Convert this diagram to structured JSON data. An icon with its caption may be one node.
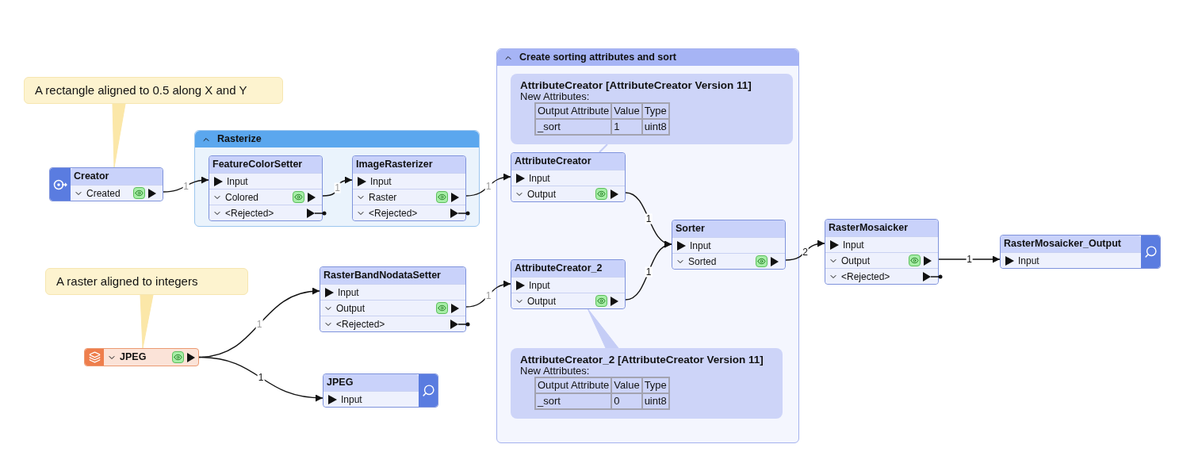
{
  "diagram": {
    "nodes": [
      {
        "text": [
          "A rectangle aligned to 0.5 along X and Y"
        ]
      },
      {
        "text": [
          "Creator",
          "Created"
        ]
      },
      {
        "text": [
          "Rasterize"
        ]
      },
      {
        "text": [
          "FeatureColorSetter",
          "Input",
          "Colored",
          "<Rejected>"
        ],
        "in": 2
      },
      {
        "text": [
          "ImageRasterizer",
          "Input",
          "Raster",
          "<Rejected>"
        ],
        "in": 2
      },
      {
        "text": [
          "Create sorting attributes and sort"
        ]
      },
      {
        "text": [
          "AttributeCreator [AttributeCreator Version 11]",
          "New Attributes:",
          "Output Attribute",
          "Value",
          "Type",
          "_sort",
          "1",
          "uint8"
        ],
        "in": 5
      },
      {
        "text": [
          "AttributeCreator",
          "Input",
          "Output"
        ],
        "in": 5
      },
      {
        "text": [
          "Sorter",
          "Input",
          "Sorted"
        ],
        "in": 5
      },
      {
        "text": [
          "AttributeCreator_2",
          "Input",
          "Output"
        ],
        "in": 5
      },
      {
        "text": [
          "AttributeCreator_2 [AttributeCreator Version 11]",
          "New Attributes:",
          "Output Attribute",
          "Value",
          "Type",
          "_sort",
          "0",
          "uint8"
        ],
        "in": 5
      },
      {
        "text": [
          "RasterMosaicker",
          "Input",
          "Output",
          "<Rejected>"
        ]
      },
      {
        "text": [
          "RasterMosaicker_Output",
          "Input"
        ]
      },
      {
        "text": [
          "A raster aligned to integers"
        ]
      },
      {
        "text": [
          "RasterBandNodataSetter",
          "Input",
          "Output",
          "<Rejected>"
        ]
      },
      {
        "text": [
          "JPEG"
        ]
      },
      {
        "text": [
          "JPEG",
          "Input"
        ]
      }
    ],
    "edges": [
      {
        "from": 0,
        "to": 1,
        "arrow": "none",
        "color": "#fbe7a8"
      },
      {
        "from": 1,
        "to": 3,
        "arrow": "to",
        "label": "1"
      },
      {
        "from": 3,
        "to": 4,
        "arrow": "to",
        "label": "1"
      },
      {
        "from": 4,
        "to": 7,
        "arrow": "to",
        "label": "1"
      },
      {
        "from": 7,
        "to": 8,
        "arrow": "to",
        "label": "1"
      },
      {
        "from": 9,
        "to": 8,
        "arrow": "to",
        "label": "1"
      },
      {
        "from": 8,
        "to": 11,
        "arrow": "to",
        "label": "2"
      },
      {
        "from": 11,
        "to": 12,
        "arrow": "to",
        "label": "1"
      },
      {
        "from": 15,
        "to": 14,
        "arrow": "to",
        "label": "1"
      },
      {
        "from": 15,
        "to": 16,
        "arrow": "to",
        "label": "1"
      },
      {
        "from": 14,
        "to": 9,
        "arrow": "to",
        "label": "1"
      },
      {
        "from": 6,
        "to": 7,
        "arrow": "none",
        "color": "#c5cdf6"
      },
      {
        "from": 10,
        "to": 9,
        "arrow": "none",
        "color": "#c5cdf6"
      },
      {
        "from": 13,
        "to": 15,
        "arrow": "none",
        "color": "#fbe7a8"
      }
    ]
  }
}
